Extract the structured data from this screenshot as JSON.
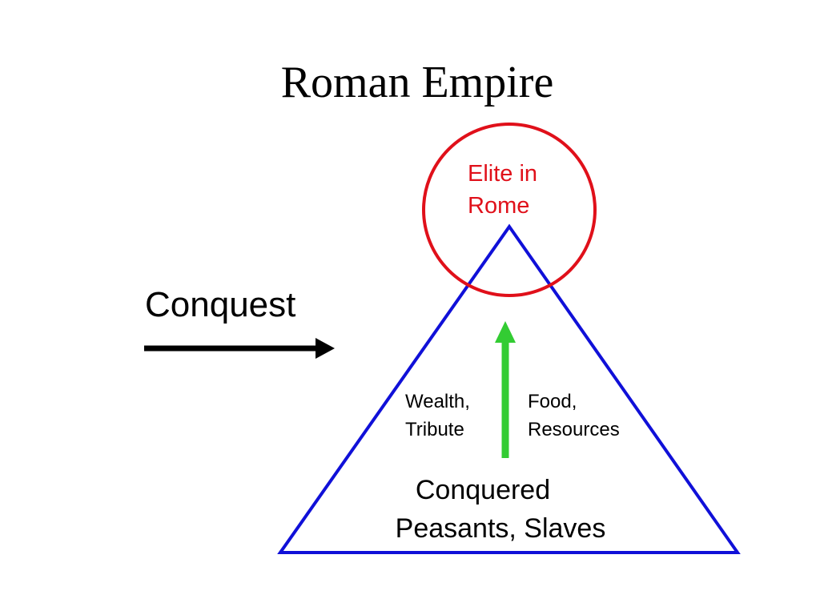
{
  "title": "Roman Empire",
  "conquest_label": "Conquest",
  "elite": {
    "line1": "Elite in",
    "line2": "Rome"
  },
  "flows": {
    "left_line1": "Wealth,",
    "left_line2": "Tribute",
    "right_line1": "Food,",
    "right_line2": "Resources"
  },
  "base": {
    "line1": "Conquered",
    "line2": "Peasants, Slaves"
  },
  "colors": {
    "background": "#ffffff",
    "text": "#000000",
    "elite": "#e0101a",
    "pyramid": "#1010d8",
    "flow_arrow": "#33cc33",
    "conquest_arrow": "#000000"
  }
}
